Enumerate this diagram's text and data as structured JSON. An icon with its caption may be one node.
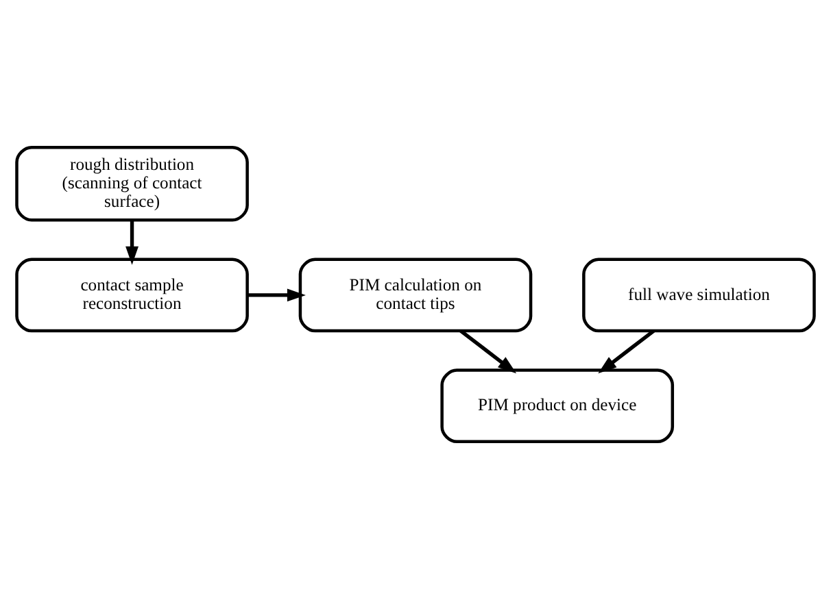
{
  "diagram": {
    "nodes": [
      {
        "text": [
          "rough distribution (scanning of contact surface)"
        ]
      },
      {
        "text": [
          "contact sample reconstruction"
        ]
      },
      {
        "text": [
          "PIM calculation on contact tips"
        ]
      },
      {
        "text": [
          "full wave simulation"
        ]
      },
      {
        "text": [
          "PIM product on device"
        ]
      }
    ],
    "edges": [
      {
        "from": 0,
        "to": 1,
        "arrow": "to"
      },
      {
        "from": 1,
        "to": 2,
        "arrow": "to"
      },
      {
        "from": 2,
        "to": 4,
        "arrow": "to"
      },
      {
        "from": 3,
        "to": 4,
        "arrow": "to"
      }
    ]
  }
}
